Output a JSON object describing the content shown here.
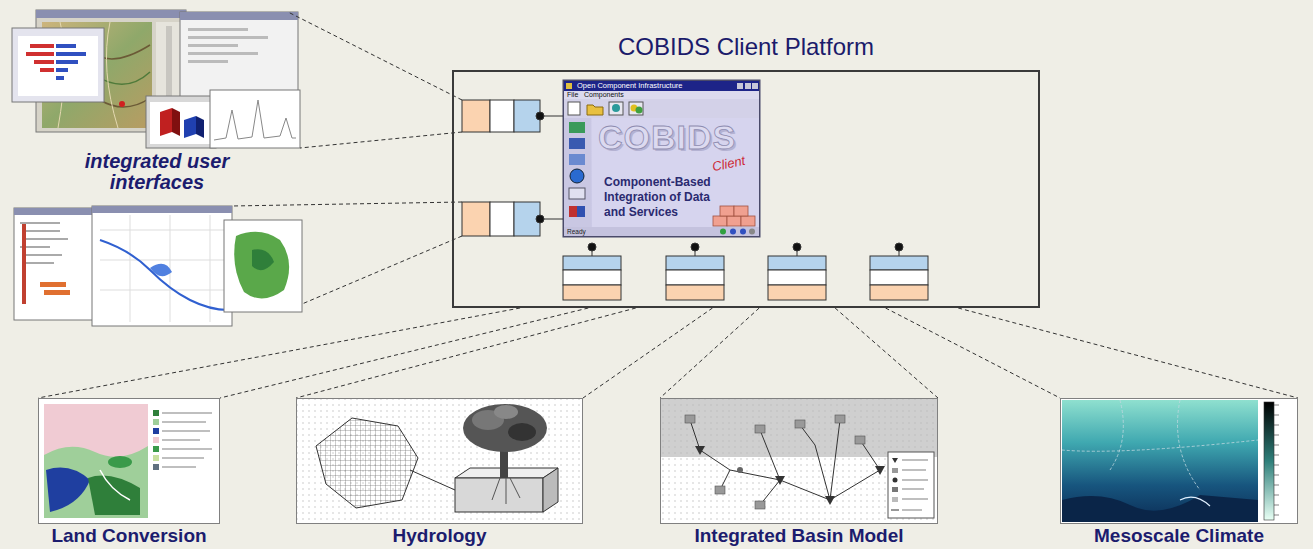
{
  "diagram": {
    "nodes": [
      {
        "text": [
          "COBIDS Client Platform"
        ]
      },
      {
        "text": [
          "Open Component Infrastructure",
          "File",
          "Components",
          "COBIDS",
          "Client",
          "Component-Based Integration of Data and Services",
          "Ready"
        ],
        "in": 0
      },
      {
        "text": [
          "Land Conversion"
        ]
      },
      {
        "text": [
          "Hydrology"
        ]
      },
      {
        "text": [
          "Integrated Basin Model"
        ]
      },
      {
        "text": [
          "Mesoscale Climate"
        ]
      }
    ],
    "edges": [
      {
        "from": 0,
        "to": 2,
        "arrow": "none"
      },
      {
        "from": 0,
        "to": 3,
        "arrow": "none"
      },
      {
        "from": 0,
        "to": 4,
        "arrow": "none"
      },
      {
        "from": 0,
        "to": 5,
        "arrow": "none"
      }
    ],
    "labels": [
      "integrated user interfaces"
    ]
  }
}
